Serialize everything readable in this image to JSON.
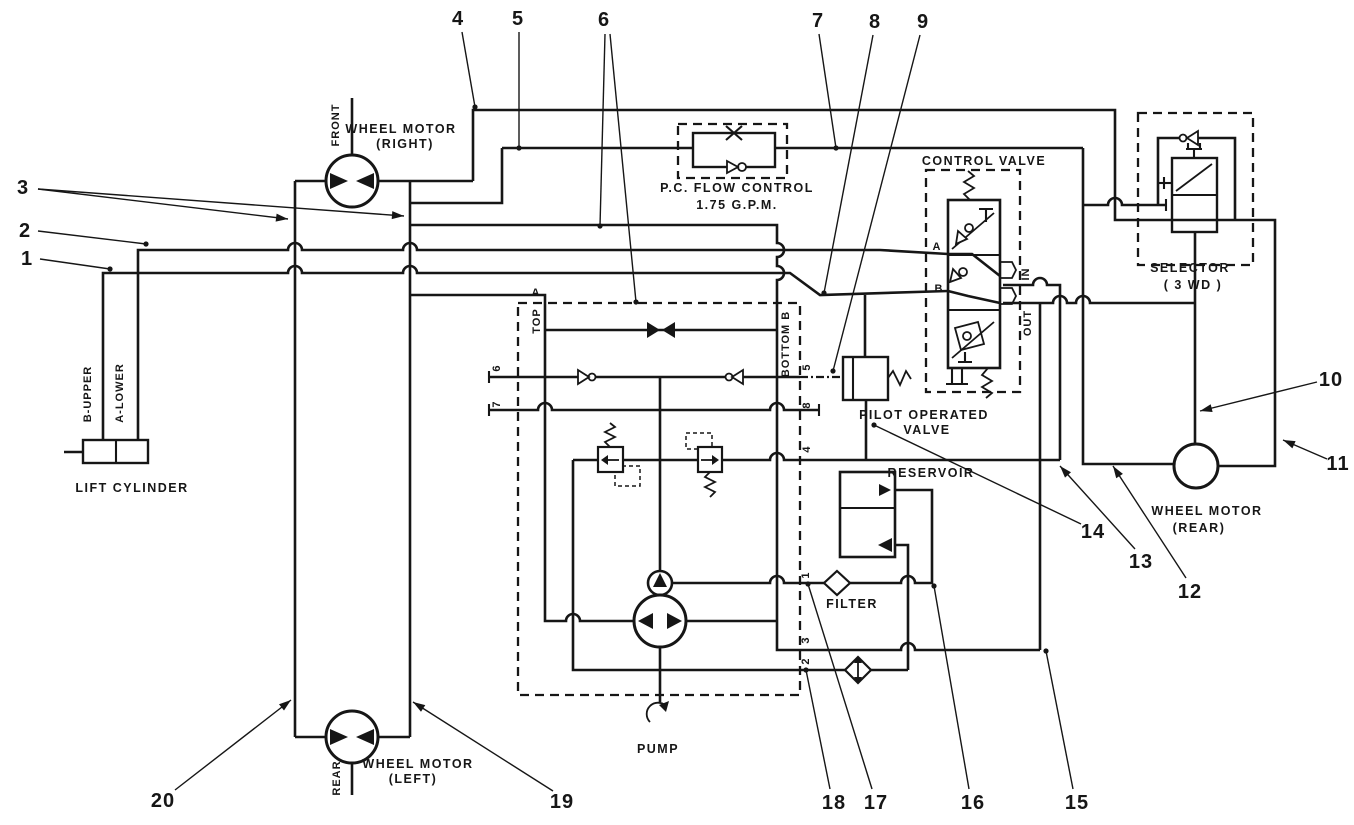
{
  "colors": {
    "ink": "#161616",
    "paper": "#ffffff"
  },
  "components": {
    "wheel_motor_right": {
      "line1": "WHEEL MOTOR",
      "line2": "(RIGHT)",
      "side": "FRONT"
    },
    "wheel_motor_left": {
      "line1": "WHEEL MOTOR",
      "line2": "(LEFT)",
      "side": "REAR"
    },
    "wheel_motor_rear": {
      "line1": "WHEEL MOTOR",
      "line2": "(REAR)"
    },
    "pc_flow_control": {
      "line1": "P.C. FLOW CONTROL",
      "line2": "1.75 G.P.M."
    },
    "control_valve": {
      "title": "CONTROL VALVE",
      "port_a": "A",
      "port_b": "B",
      "port_in": "IN",
      "port_out": "OUT"
    },
    "selector": {
      "line1": "SELECTOR",
      "line2": "( 3 WD )"
    },
    "pilot_valve": {
      "line1": "PILOT OPERATED",
      "line2": "VALVE"
    },
    "reservoir": {
      "label": "RESERVOIR"
    },
    "filter": {
      "label": "FILTER"
    },
    "pump": {
      "label": "PUMP"
    },
    "lift_cylinder": {
      "label": "LIFT CYLINDER",
      "port_upper": "B-UPPER",
      "port_lower": "A-LOWER"
    },
    "manifold": {
      "top_letter": "A",
      "top_word": "TOP",
      "bottom_word": "BOTTOM B"
    }
  },
  "ports": {
    "p1": "1",
    "p2": "2",
    "p3": "3",
    "p4": "4",
    "p5": "5",
    "p6": "6",
    "p7": "7",
    "p8": "8"
  },
  "callouts": [
    "1",
    "2",
    "3",
    "4",
    "5",
    "6",
    "7",
    "8",
    "9",
    "10",
    "11",
    "12",
    "13",
    "14",
    "15",
    "16",
    "17",
    "18",
    "19",
    "20"
  ]
}
